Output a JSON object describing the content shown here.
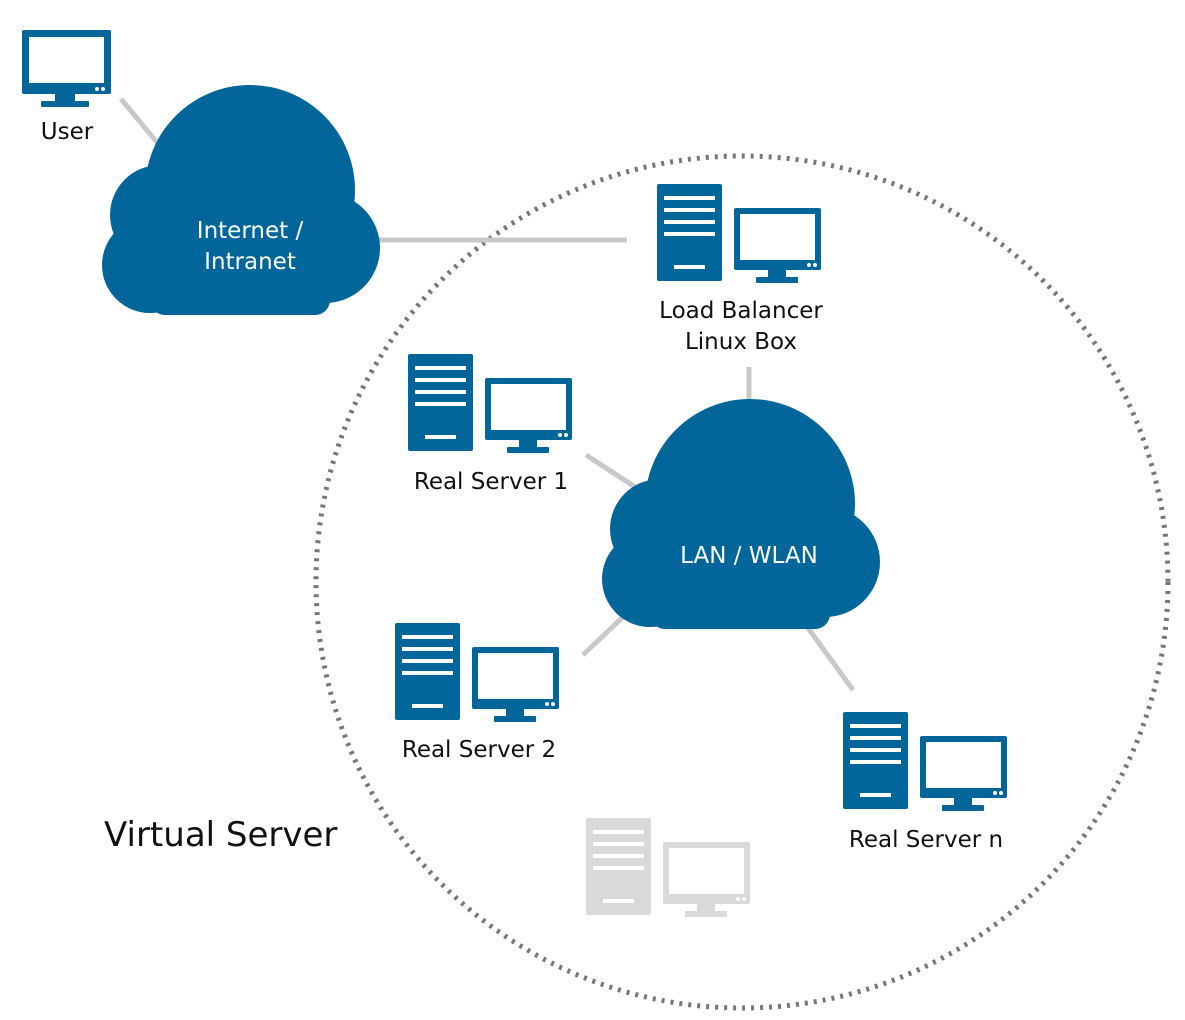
{
  "colors": {
    "primary": "#02669A",
    "faded": "#D9D9D9",
    "connector": "#C8C8C8",
    "boundary": "#777777",
    "text": "#111111",
    "cloud_text": "#FFFFFF"
  },
  "user": {
    "label": "User",
    "icon": "monitor-icon"
  },
  "internet_cloud": {
    "line1": "Internet /",
    "line2": "Intranet",
    "icon": "cloud-icon"
  },
  "load_balancer": {
    "line1": "Load Balancer",
    "line2": "Linux Box",
    "icon": "server-workstation-icon"
  },
  "lan_cloud": {
    "label": "LAN / WLAN",
    "icon": "cloud-icon"
  },
  "real_server_1": {
    "label": "Real Server 1",
    "icon": "server-workstation-icon"
  },
  "real_server_2": {
    "label": "Real Server 2",
    "icon": "server-workstation-icon"
  },
  "real_server_n": {
    "label": "Real Server n",
    "icon": "server-workstation-icon"
  },
  "virtual_server": {
    "label": "Virtual Server"
  }
}
